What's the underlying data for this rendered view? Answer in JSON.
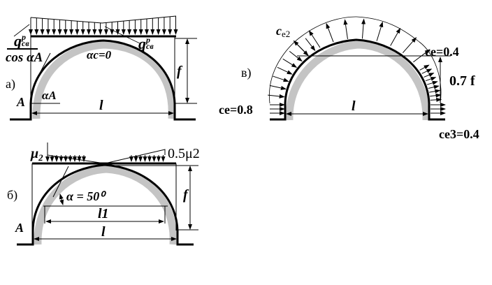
{
  "diagram_a": {
    "panel_label": "а)",
    "support_label": "A",
    "load_label_left_q": "q",
    "load_label_left_sup": "p",
    "load_label_left_sub": "св",
    "load_label_left_denominator": "cos αA",
    "angle_label": "αA",
    "crown_angle_label": "αc=0",
    "load_label_right_q": "q",
    "load_label_right_sup": "p",
    "load_label_right_sub": "св",
    "rise_label": "f",
    "span_label": "l"
  },
  "diagram_b": {
    "panel_label": "б)",
    "support_label": "A",
    "left_load_label": "μ2",
    "right_load_label": "0.5μ2",
    "angle_label": "α = 50⁰",
    "rise_label": "f",
    "inner_span_label": "l1",
    "span_label": "l"
  },
  "diagram_c": {
    "panel_label": "в)",
    "coef_top_label": "ce2",
    "coef_right_label": "ce=0.4",
    "height_label": "0.7 f",
    "coef_left_label": "ce=0.8",
    "coef_bottom_right_label": "ce3=0.4",
    "span_label": "l"
  }
}
